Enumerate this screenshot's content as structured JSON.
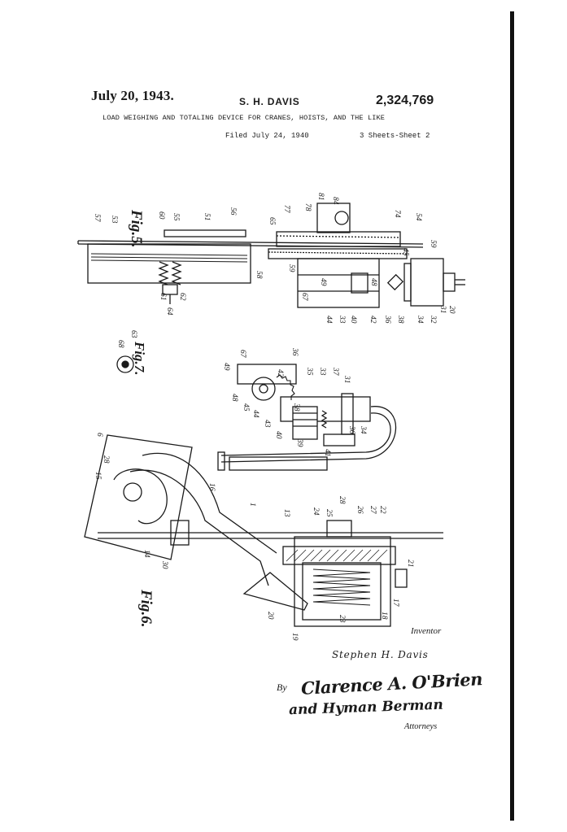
{
  "header": {
    "date": "July 20, 1943.",
    "inventor_name": "S. H. DAVIS",
    "patent_number": "2,324,769",
    "title": "LOAD WEIGHING AND TOTALING DEVICE FOR CRANES, HOISTS, AND THE LIKE",
    "filed": "Filed July 24, 1940",
    "sheets": "3 Sheets-Sheet 2"
  },
  "figures": {
    "fig5": "Fig.5.",
    "fig7": "Fig.7.",
    "fig6": "Fig.6."
  },
  "reference_numerals": {
    "r15": "15",
    "r28": "28",
    "r6": "6",
    "r16": "16",
    "r1": "1",
    "r13": "13",
    "r14": "14",
    "r30": "30",
    "r20": "20",
    "r19": "19",
    "r18": "18",
    "r17": "17",
    "r21": "21",
    "r22": "22",
    "r27": "27",
    "r26": "26",
    "r25": "25",
    "r24": "24",
    "r23": "23",
    "r68": "68",
    "r63": "63",
    "r57": "57",
    "r53": "53",
    "r60": "60",
    "r55": "55",
    "r51": "51",
    "r56": "56",
    "r61": "61",
    "r62": "62",
    "r64": "64",
    "r58": "58",
    "r65": "65",
    "r77": "77",
    "r78": "78",
    "r81": "81",
    "r84": "84",
    "r74": "74",
    "r54": "54",
    "r59": "59",
    "r41": "41",
    "r49": "49",
    "r48": "48",
    "r37": "37",
    "r36": "36",
    "r32": "32",
    "r34": "34",
    "r67": "67",
    "r35": "35",
    "r42": "42",
    "r31": "31",
    "r45": "45",
    "r39": "39",
    "r38": "38",
    "r43": "43",
    "r40": "40",
    "r33": "33",
    "r44": "44"
  },
  "signatures": {
    "inventor_label": "Inventor",
    "inventor": "Stephen H. Davis",
    "by": "By",
    "attorney1": "Clarence A. O'Brien",
    "attorney2": "and Hyman Berman",
    "attorneys_label": "Attorneys"
  }
}
